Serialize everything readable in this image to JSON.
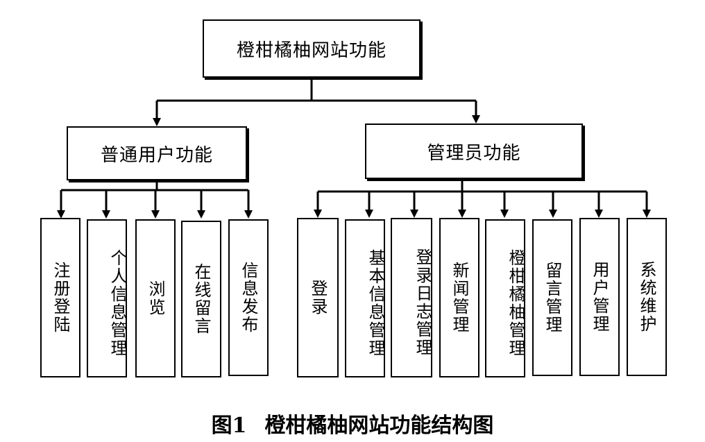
{
  "root": "橙柑橘柚网站功能",
  "user_branch": {
    "title": "普通用户功能",
    "items": [
      "注册登陆",
      "个人信息管理",
      "浏览",
      "在线留言",
      "信息发布"
    ]
  },
  "admin_branch": {
    "title": "管理员功能",
    "items": [
      "登录",
      "基本信息管理",
      "登录日志管理",
      "新闻管理",
      "橙柑橘柚管理",
      "留言管理",
      "用户管理",
      "系统维护"
    ]
  },
  "caption": {
    "number": "图1",
    "text": "橙柑橘柚网站功能结构图"
  }
}
